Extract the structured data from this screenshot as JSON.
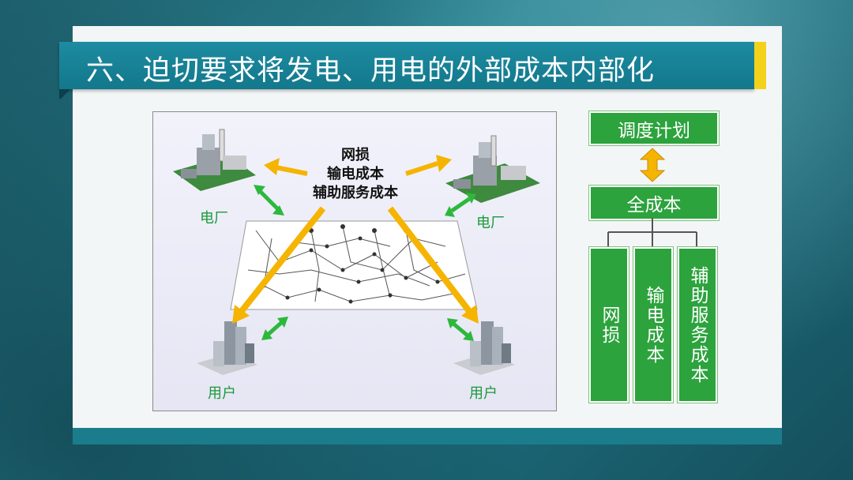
{
  "slide": {
    "title": "六、迫切要求将发电、用电的外部成本内部化"
  },
  "diagram": {
    "center_label_lines": [
      "网损",
      "输电成本",
      "辅助服务成本"
    ],
    "nodes": {
      "power_plant_left": "电厂",
      "power_plant_right": "电厂",
      "user_left": "用户",
      "user_right": "用户"
    }
  },
  "cost_panel": {
    "dispatch_plan": "调度计划",
    "full_cost": "全成本",
    "components": [
      "网损",
      "输电成本",
      "辅助服务成本"
    ]
  },
  "colors": {
    "title_bar": "#13788c",
    "accent_yellow": "#f4d21a",
    "box_green": "#2ca33d",
    "label_green": "#1a9a3a",
    "arrow_orange": "#f5b400",
    "arrow_green": "#2db83c"
  }
}
